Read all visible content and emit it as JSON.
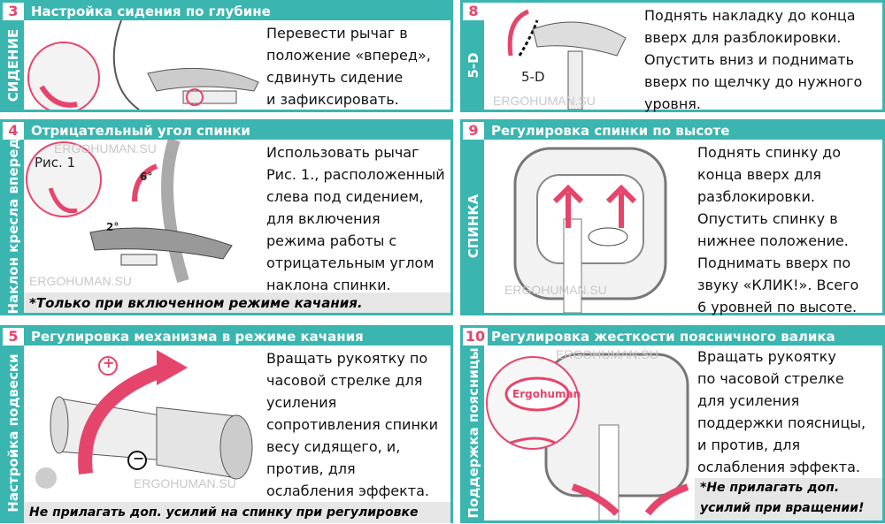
{
  "colors": {
    "teal": "#3ab5b0",
    "accent": "#e6456b",
    "note_bg": "#e6e6e6"
  },
  "watermark": "ERGOHUMAN.SU",
  "panels": {
    "p3": {
      "number": "3",
      "title": "Настройка сидения по глубине",
      "side": "СИДЕНИЕ",
      "lines": [
        "Перевести рычаг в",
        "положение «вперед»,",
        "сдвинуть сидение",
        "и зафиксировать."
      ]
    },
    "p8": {
      "number": "8",
      "side": "5-D",
      "label": "5-D",
      "lines": [
        "Поднять накладку до конца",
        "вверх для разблокировки.",
        "Опустить вниз и поднимать",
        "вверх по щелчку до нужного",
        "уровня."
      ]
    },
    "p4": {
      "number": "4",
      "title": "Отрицательный угол спинки",
      "side": "Наклон кресла вперед",
      "fig_label": "Рис. 1",
      "angle1": "6°",
      "angle2": "2°",
      "lines": [
        "Использовать рычаг",
        "Рис. 1., расположенный",
        "слева под сидением,",
        "для включения",
        "режима работы с",
        "отрицательным углом",
        "наклона спинки."
      ],
      "note": "*Только при включенном режиме качания."
    },
    "p9": {
      "number": "9",
      "title": "Регулировка спинки по высоте",
      "side": "СПИНКА",
      "lines": [
        "Поднять спинку до",
        "конца вверх для",
        "разблокировки.",
        "Опустить спинку в",
        "нижнее положение.",
        "Поднимать вверх по",
        "звуку «КЛИК!». Всего",
        "6 уровней по высоте."
      ]
    },
    "p5": {
      "number": "5",
      "title": "Регулировка механизма в режиме качания",
      "side": "Настройка подвески",
      "plus": "+",
      "minus": "−",
      "lines": [
        "Вращать рукоятку по",
        "часовой стрелке для",
        "усиления",
        "сопротивления спинки",
        "весу сидящего, и,",
        "против, для",
        "ослабления эффекта."
      ],
      "note": "Не прилагать доп. усилий на спинку при регулировке"
    },
    "p10": {
      "number": "10",
      "title": "Регулировка жесткости поясничного валика",
      "side": "Поддержка поясницы",
      "brand": "Ergohuman",
      "lines": [
        "Вращать рукоятку",
        "по часовой стрелке",
        "для усиления",
        "поддержки поясницы,",
        "и против, для",
        "ослабления эффекта."
      ],
      "note_lines": [
        "*Не прилагать доп.",
        "усилий при вращении!"
      ]
    }
  }
}
